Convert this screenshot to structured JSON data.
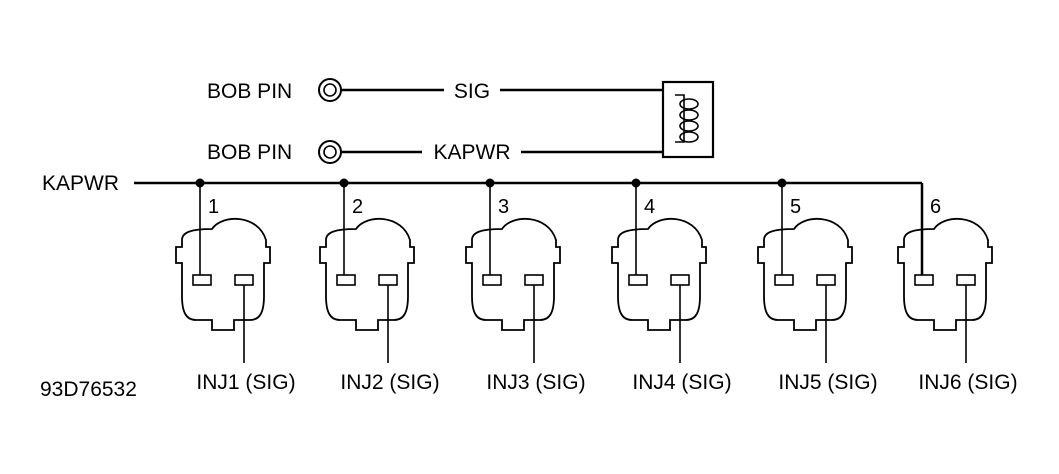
{
  "bob_pins": [
    {
      "label": "BOB PIN",
      "signal": "SIG"
    },
    {
      "label": "BOB PIN",
      "signal": "KAPWR"
    }
  ],
  "bus": {
    "label": "KAPWR"
  },
  "injectors": [
    {
      "number": "1",
      "label": "INJ1 (SIG)"
    },
    {
      "number": "2",
      "label": "INJ2 (SIG)"
    },
    {
      "number": "3",
      "label": "INJ3 (SIG)"
    },
    {
      "number": "4",
      "label": "INJ4 (SIG)"
    },
    {
      "number": "5",
      "label": "INJ5 (SIG)"
    },
    {
      "number": "6",
      "label": "INJ6 (SIG)"
    }
  ],
  "figure_id": "93D76532"
}
